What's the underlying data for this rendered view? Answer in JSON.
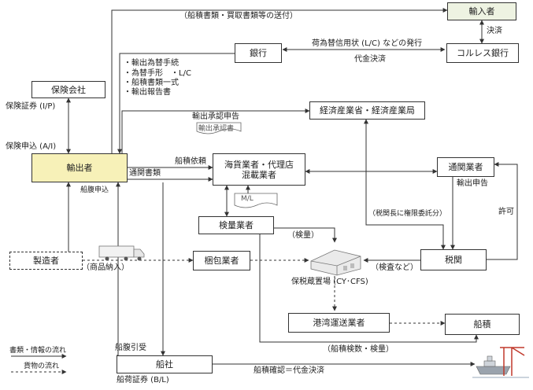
{
  "boxes": {
    "importer": "輸入者",
    "correspondent_bank": "コルレス銀行",
    "bank": "銀行",
    "insurance": "保険会社",
    "exporter": "輸出者",
    "meti": "経済産業省・経済産業局",
    "forwarder_line1": "海貨業者・代理店",
    "forwarder_line2": "混載業者",
    "customs_broker": "通関業者",
    "inspection": "検量業者",
    "manufacturer": "製造者",
    "packing": "梱包業者",
    "customs": "税関",
    "port_transport": "港湾運送業者",
    "loading": "船積",
    "shipping_company": "船社"
  },
  "labels": {
    "doc_transfer": "（船積書類・買取書類等の送付）",
    "settlement": "決済",
    "lc_issue": "荷為替信用状 (L/C) などの発行",
    "payment": "代金決済",
    "bank_docs": [
      "・輸出為替手続",
      "・為替手形　・L/C",
      "・船積書類一式",
      "・輸出報告書"
    ],
    "insurance_policy": "保険証券 (I/P)",
    "insurance_apply": "保険申込 (A/I)",
    "export_approval_apply": "輸出承認申告",
    "export_approval_doc": "輸出承認書",
    "shipping_request": "船積依頼",
    "customs_docs": "通関書類",
    "shipping_apply": "船腹申込",
    "ml_doc": "M/L",
    "export_declaration": "輸出申告",
    "delegation": "（税関長に権限委託分）",
    "permission": "許可",
    "weighing": "（検量）",
    "goods_delivery": "（商品納入）",
    "inspection_etc": "（検査など）",
    "bonded_area": "保税蔵置場 (CY･CFS)",
    "loading_inspection": "（船積検数・検量）",
    "bl_receive": "船腹引受",
    "bl": "船荷証券 (B/L)",
    "shipping_confirm": "船積確認＝代金決済"
  },
  "legend": {
    "info_flow": "書類・情報の流れ",
    "goods_flow": "貨物の流れ"
  },
  "colors": {
    "green_box": "#eef3e2",
    "yellow_box": "#f7f1b8",
    "line": "#333333"
  }
}
